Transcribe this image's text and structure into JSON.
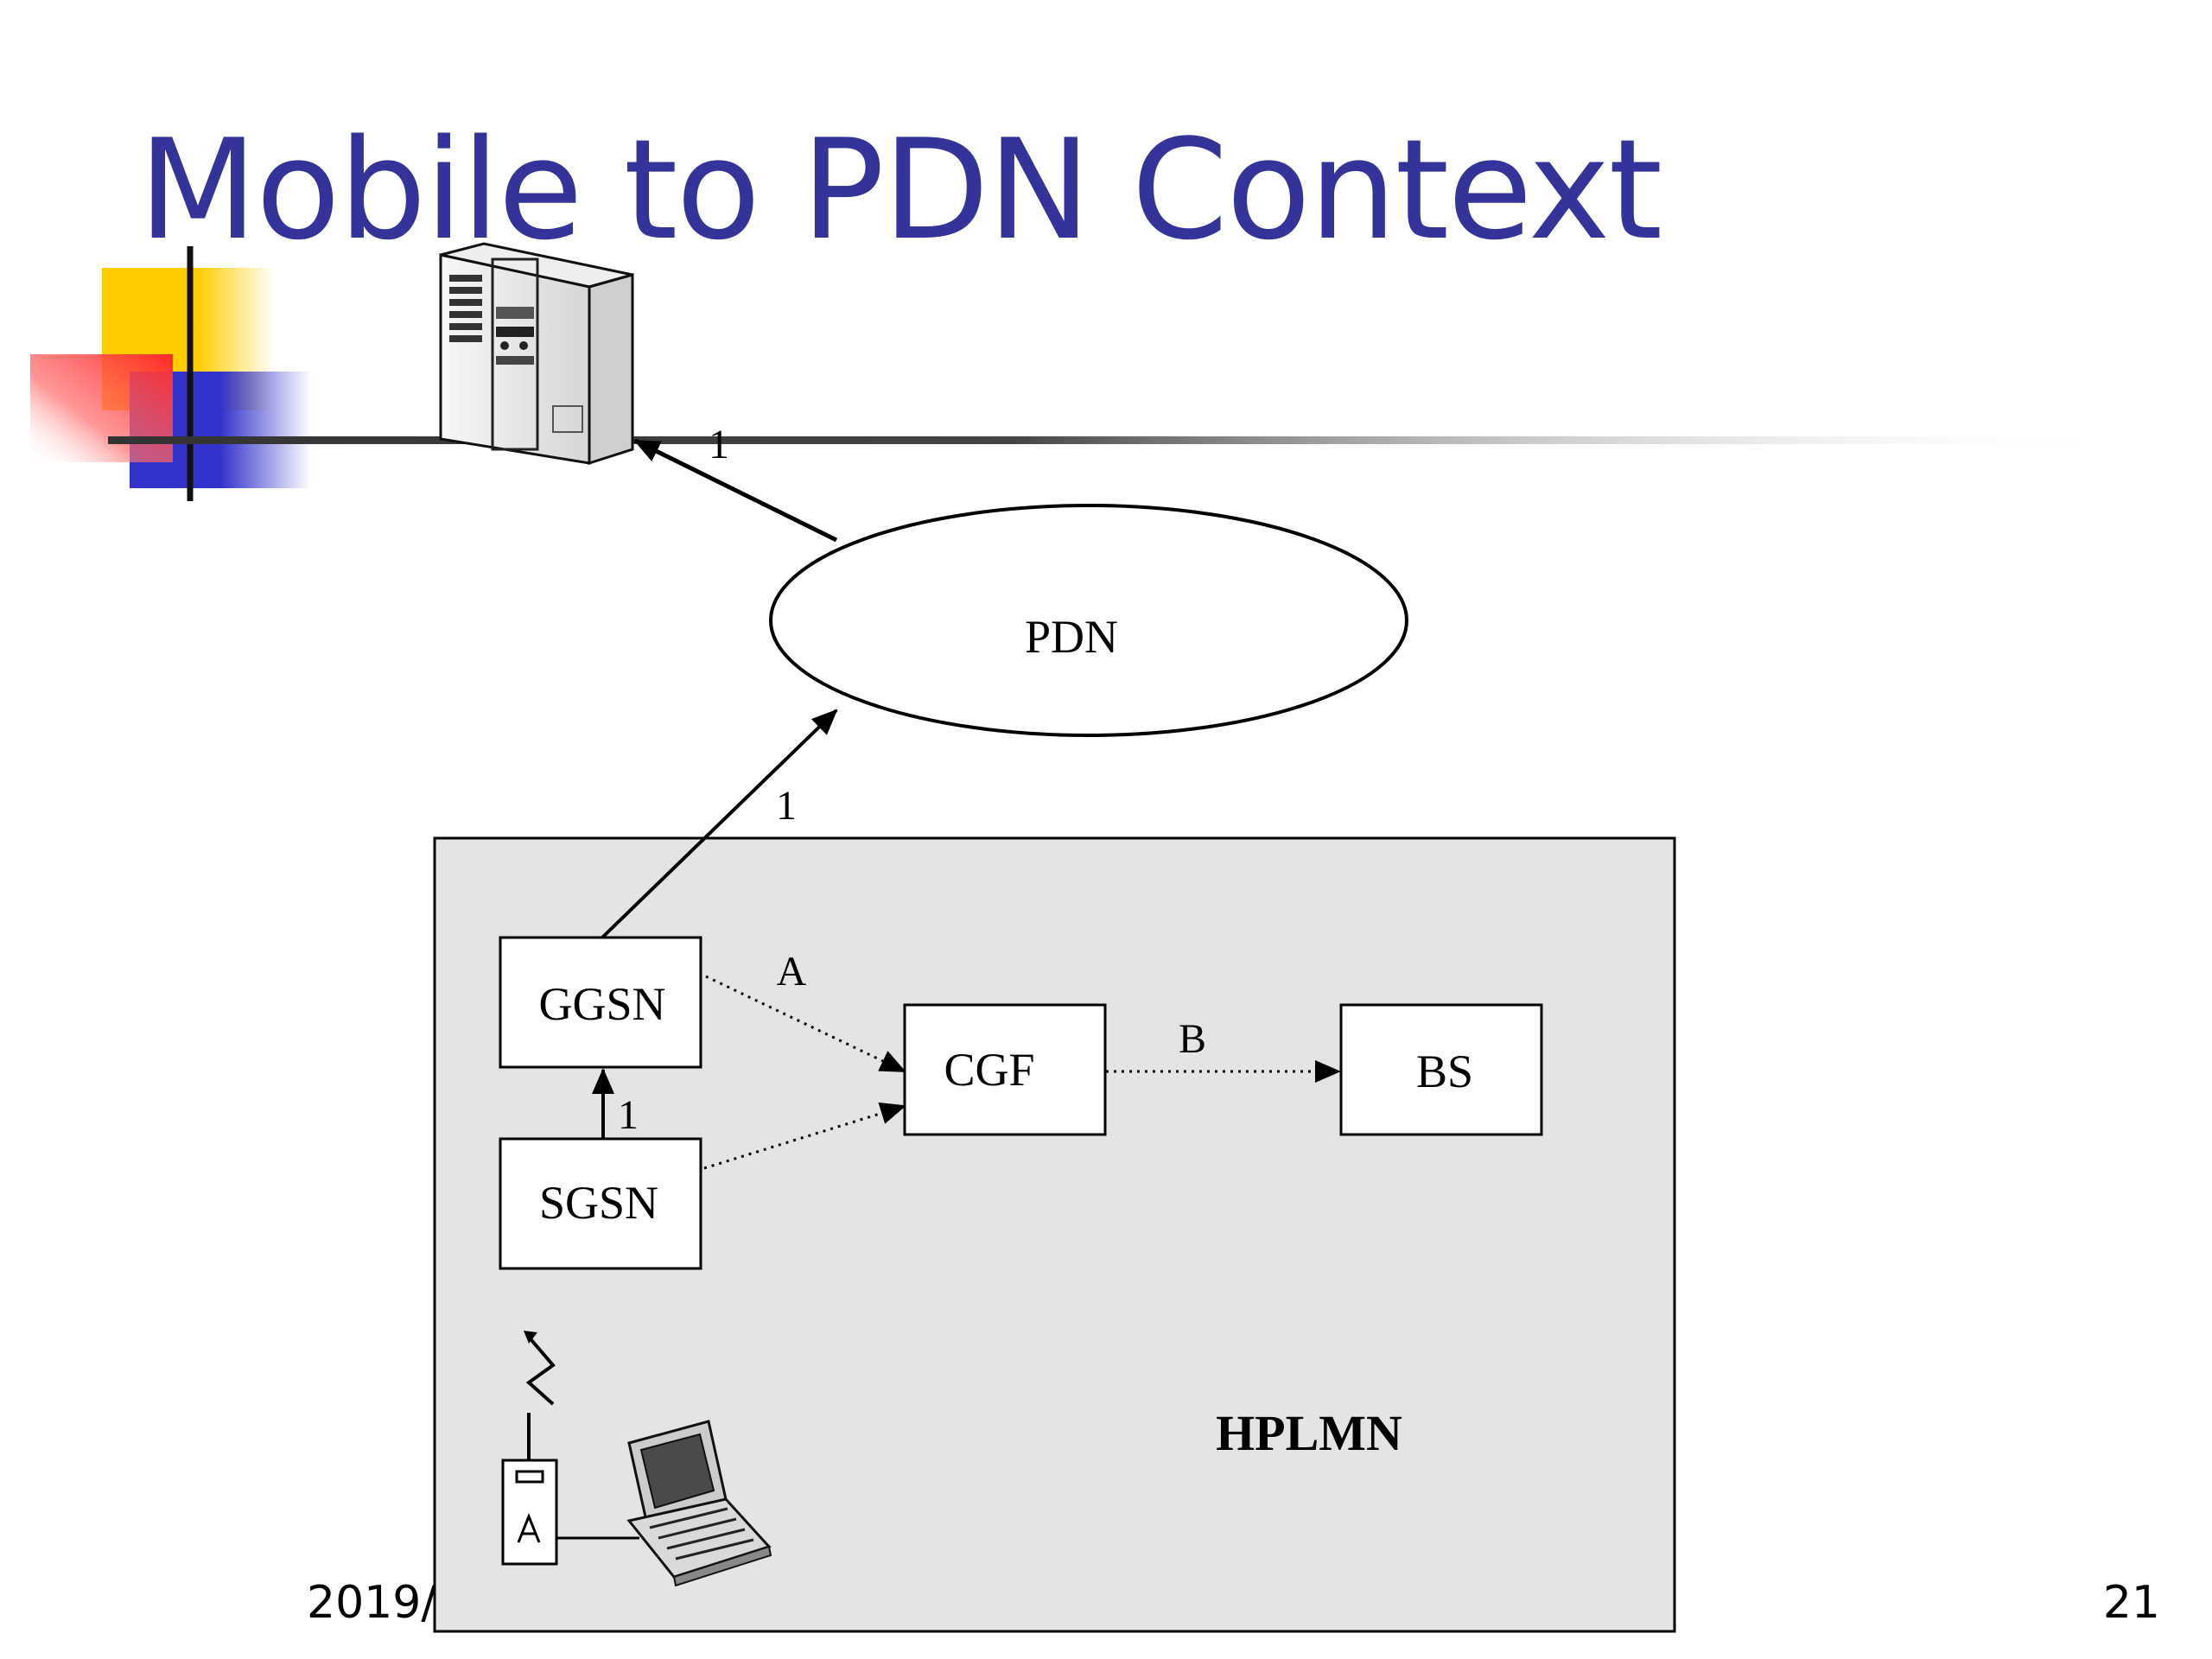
{
  "slide": {
    "title": "Mobile to PDN Context",
    "footer_date": "2019/1",
    "page_number": "21"
  },
  "diagram": {
    "nodes": {
      "pdn": "PDN",
      "ggsn": "GGSN",
      "sgsn": "SGSN",
      "cgf": "CGF",
      "bs": "BS",
      "hplmn": "HPLMN"
    },
    "edge_labels": {
      "pdn_to_host": "1",
      "ggsn_to_pdn": "1",
      "sgsn_to_ggsn": "1",
      "ggsn_to_cgf": "A",
      "cgf_to_bs": "B"
    }
  },
  "colors": {
    "title": "#333399",
    "network_fill": "#e4e4e4",
    "accent_yellow": "#ffcc00",
    "accent_red": "#ff3333",
    "accent_blue": "#3333cc"
  },
  "icons": [
    "server-tower-icon",
    "mobile-station-icon",
    "laptop-icon"
  ]
}
